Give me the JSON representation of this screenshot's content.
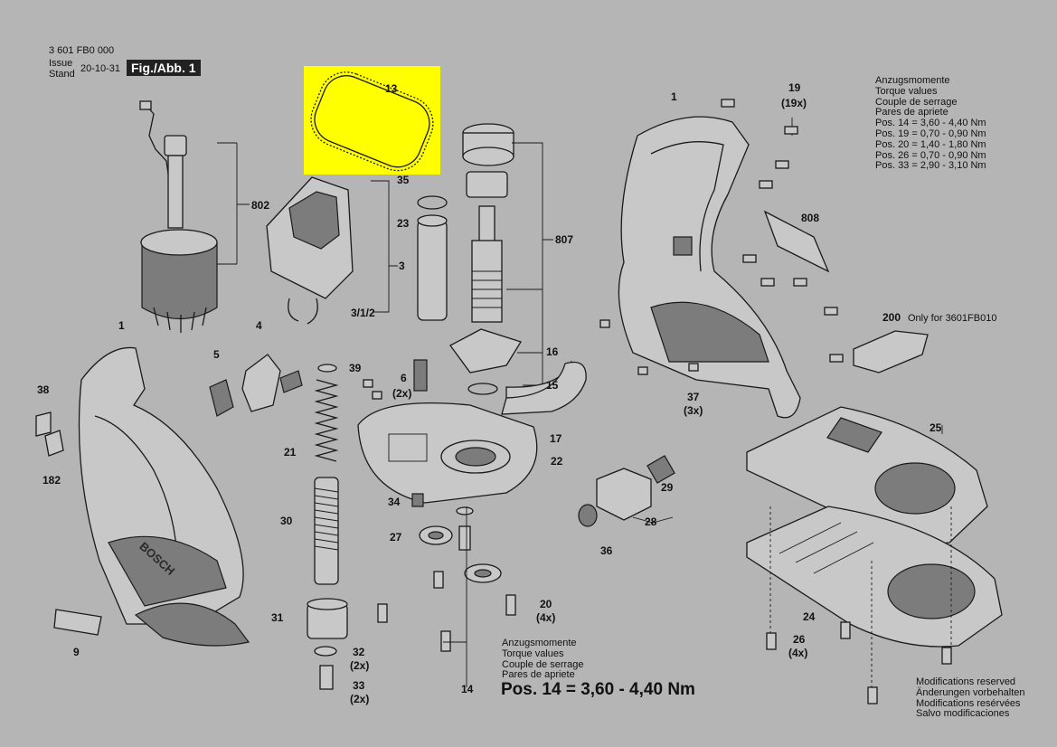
{
  "header": {
    "part_number": "3 601 FB0 000",
    "issue_label": "Issue",
    "stand_label": "Stand",
    "issue_date": "20-10-31",
    "figure": "Fig./Abb. 1"
  },
  "torque_block": {
    "lines": [
      "Anzugsmomente",
      "Torque values",
      "Couple de serrage",
      "Pares de apriete",
      "Pos. 14 = 3,60 - 4,40 Nm",
      "Pos. 19 = 0,70 - 0,90 Nm",
      "Pos. 20 = 1,40 - 1,80 Nm",
      "Pos. 26 = 0,70 - 0,90 Nm",
      "Pos. 33 = 2,90 - 3,10 Nm"
    ]
  },
  "bottom_torque": {
    "lines": [
      "Anzugsmomente",
      "Torque values",
      "Couple de serrage",
      "Pares de apriete"
    ],
    "emphasis": "Pos. 14 = 3,60 - 4,40 Nm"
  },
  "modifications": {
    "lines": [
      "Modifications reserved",
      "Änderungen vorbehalten",
      "Modifications resérvées",
      "Salvo modificaciones"
    ]
  },
  "note_200": "Only for 3601FB010",
  "brand": "BOSCH",
  "callouts": {
    "c13": "13",
    "c802": "802",
    "c35": "35",
    "c23": "23",
    "c3": "3",
    "c312": "3/1/2",
    "c807": "807",
    "c1_left": "1",
    "c4": "4",
    "c5": "5",
    "c38": "38",
    "c182": "182",
    "c39": "39",
    "c6": "6",
    "c6q": "(2x)",
    "c21": "21",
    "c16": "16",
    "c15": "15",
    "c17": "17",
    "c22": "22",
    "c34": "34",
    "c30": "30",
    "c27": "27",
    "c29": "29",
    "c28": "28",
    "c36": "36",
    "c20": "20",
    "c20q": "(4x)",
    "c31": "31",
    "c32": "32",
    "c32q": "(2x)",
    "c33": "33",
    "c33q": "(2x)",
    "c9": "9",
    "c14": "14",
    "c1_right": "1",
    "c19": "19",
    "c19q": "(19x)",
    "c808": "808",
    "c200": "200",
    "c37": "37",
    "c37q": "(3x)",
    "c25": "25",
    "c24": "24",
    "c26": "26",
    "c26q": "(4x)"
  }
}
